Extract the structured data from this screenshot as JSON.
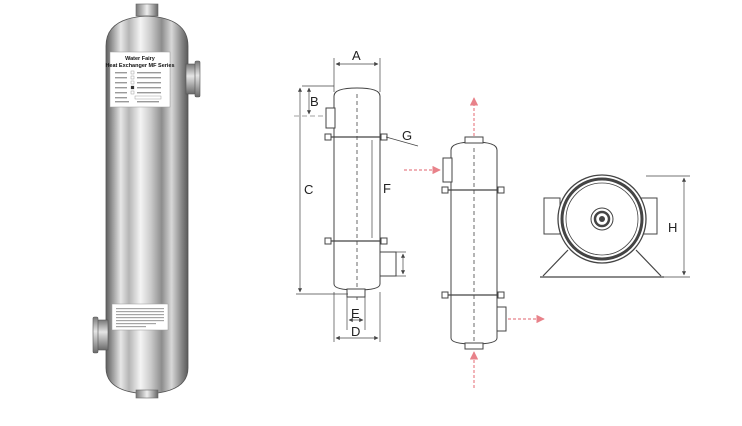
{
  "photo": {
    "label_title_1": "Water Fairy",
    "label_title_2": "Heat Exchanger MF Series"
  },
  "drawing": {
    "dimensions": [
      "A",
      "B",
      "C",
      "D",
      "E",
      "F",
      "G",
      "H"
    ]
  },
  "colors": {
    "line": "#444444",
    "flow_arrow": "#e8828a",
    "steel_dark": "#6b6b6b",
    "steel_light": "#f2f2f2"
  }
}
